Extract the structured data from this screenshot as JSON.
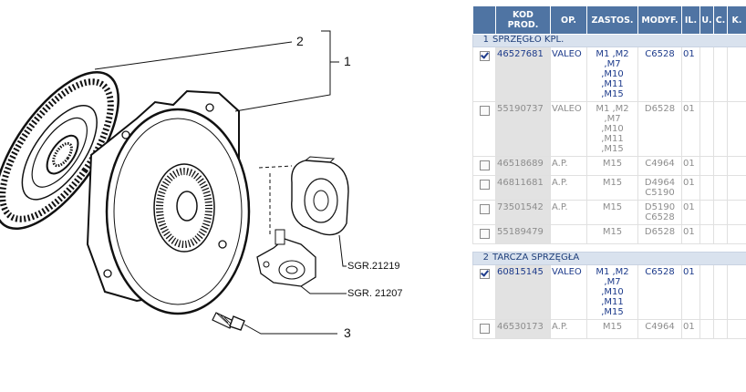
{
  "diagram": {
    "callouts": [
      "2",
      "1",
      "3"
    ],
    "refs": [
      "SGR.21219",
      "SGR. 21207"
    ],
    "icons": [
      "clutch-disc-icon",
      "pressure-plate-icon",
      "release-bearing-icon",
      "slave-cylinder-icon",
      "bolt-icon"
    ]
  },
  "table": {
    "headers": [
      "",
      "KOD PROD.",
      "OP.",
      "ZASTOS.",
      "MODYF.",
      "IL.",
      "U.",
      "C.",
      "K."
    ],
    "groups": [
      {
        "num": "1",
        "label": "SPRZĘGŁO KPL.",
        "rows": [
          {
            "checked": true,
            "code": "46527681",
            "op": "VALEO",
            "zastos": [
              "M1 ,M2",
              ",M7",
              ",M10",
              ",M11",
              ",M15"
            ],
            "modyf": [
              "C6528"
            ],
            "il": "01"
          },
          {
            "checked": false,
            "code": "55190737",
            "op": "VALEO",
            "zastos": [
              "M1 ,M2",
              ",M7",
              ",M10",
              ",M11",
              ",M15"
            ],
            "modyf": [
              "D6528"
            ],
            "il": "01"
          },
          {
            "checked": false,
            "code": "46518689",
            "op": "A.P.",
            "zastos": [
              "M15"
            ],
            "modyf": [
              "C4964"
            ],
            "il": "01"
          },
          {
            "checked": false,
            "code": "46811681",
            "op": "A.P.",
            "zastos": [
              "M15"
            ],
            "modyf": [
              "D4964",
              "C5190"
            ],
            "il": "01"
          },
          {
            "checked": false,
            "code": "73501542",
            "op": "A.P.",
            "zastos": [
              "M15"
            ],
            "modyf": [
              "D5190",
              "C6528"
            ],
            "il": "01"
          },
          {
            "checked": false,
            "code": "55189479",
            "op": "",
            "zastos": [
              "M15"
            ],
            "modyf": [
              "D6528"
            ],
            "il": "01"
          }
        ]
      },
      {
        "num": "2",
        "label": "TARCZA SPRZĘGŁA",
        "rows": [
          {
            "checked": true,
            "code": "60815145",
            "op": "VALEO",
            "zastos": [
              "M1 ,M2",
              ",M7",
              ",M10",
              ",M11",
              ",M15"
            ],
            "modyf": [
              "C6528"
            ],
            "il": "01"
          },
          {
            "checked": false,
            "code": "46530173",
            "op": "A.P.",
            "zastos": [
              "M15"
            ],
            "modyf": [
              "C4964"
            ],
            "il": "01"
          }
        ]
      }
    ]
  },
  "colors": {
    "header_bg": "#4f74a3",
    "group_bg": "#d9e2ee",
    "selected_text": "#1d3b8b",
    "unselected_text": "#8d8d8d"
  }
}
